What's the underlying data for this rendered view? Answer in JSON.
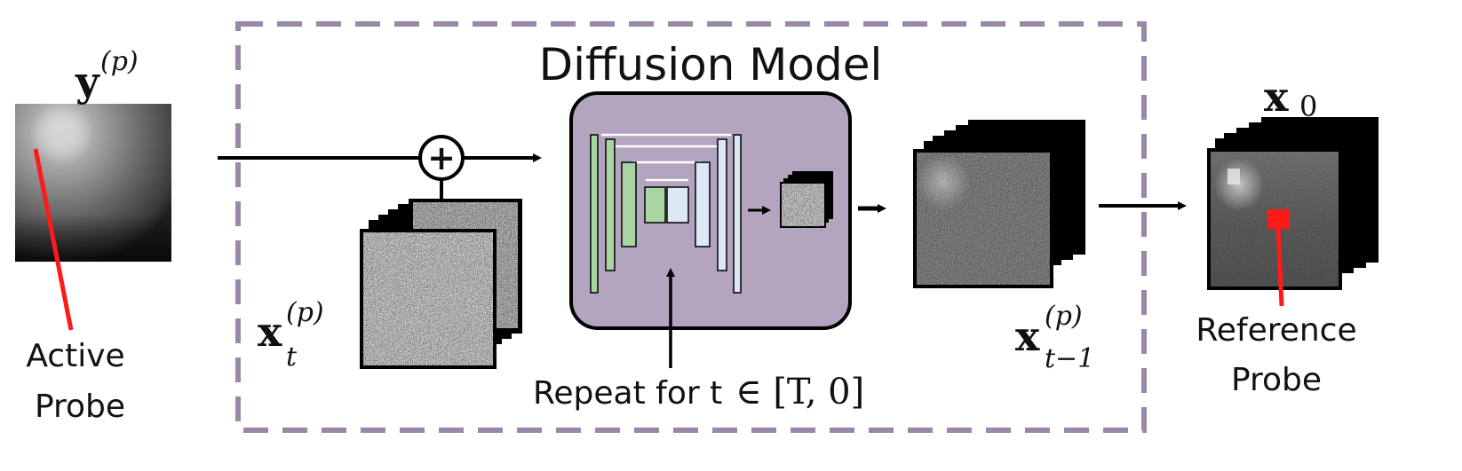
{
  "title": "Diffusion Model",
  "labels": {
    "active_probe_line1": "Active",
    "active_probe_line2": "Probe",
    "reference_probe_line1": "Reference",
    "reference_probe_line2": "Probe",
    "repeat_text": "Repeat for t",
    "repeat_math": "∈ [T, 0]"
  },
  "math": {
    "y_p": {
      "base": "y",
      "sup": "(p)"
    },
    "x_t_p": {
      "base": "x",
      "sub": "t",
      "sup": "(p)"
    },
    "x_t1_p": {
      "base": "x",
      "sub": "t−1",
      "sup": "(p)"
    },
    "x_0": {
      "base": "x",
      "sub": "0"
    }
  },
  "symbols": {
    "plus": "+"
  },
  "colors": {
    "dashed_border": "#9a88a8",
    "model_fill": "#b3a4bf",
    "encoder_green": "#a8d5a2",
    "decoder_blue": "#dde8f5",
    "probe_marker": "#ff1a1a",
    "arrow": "#000000"
  }
}
